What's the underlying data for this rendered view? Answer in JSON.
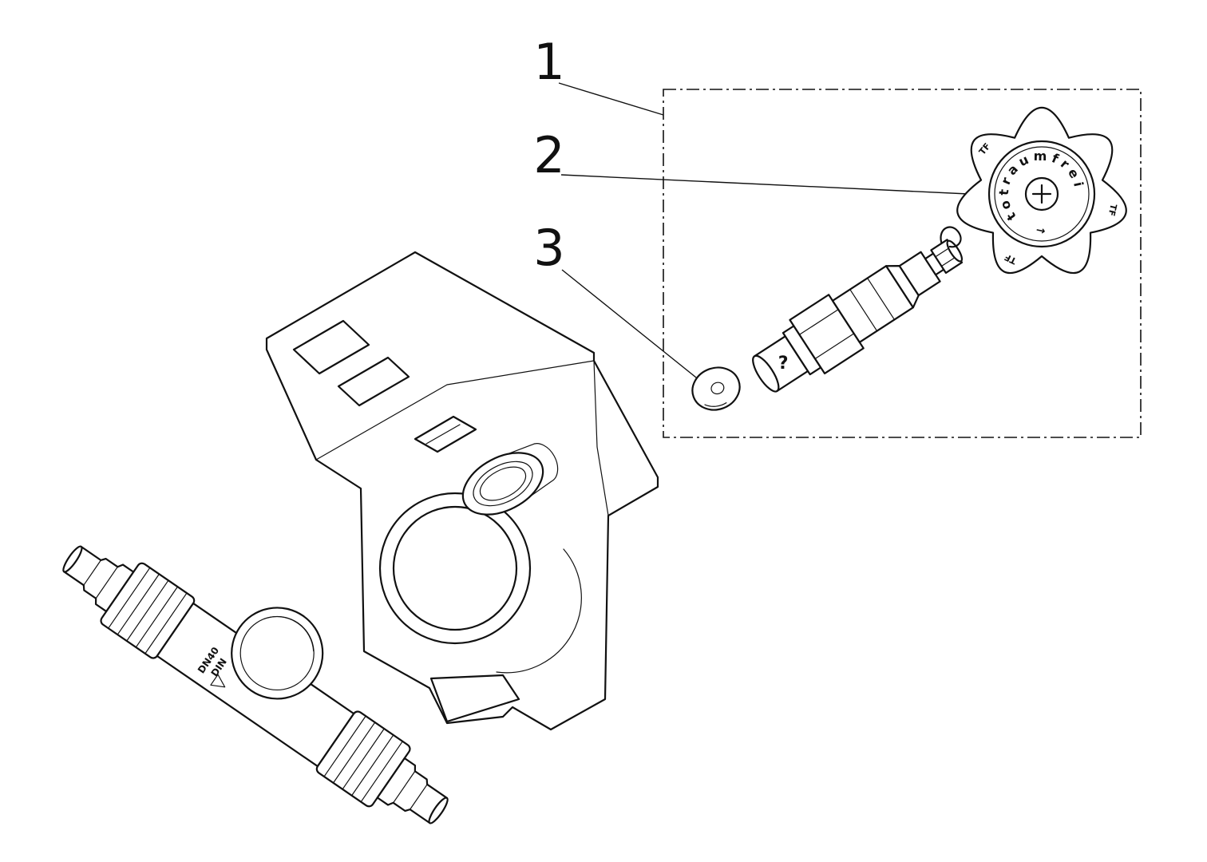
{
  "page": {
    "background": "#ffffff",
    "line_color": "#111111"
  },
  "callouts": [
    {
      "label": "1"
    },
    {
      "label": "2"
    },
    {
      "label": "3"
    }
  ],
  "handwheel": {
    "dial_text": "totraumfrei",
    "dial_arrow": "→",
    "lobe_marking": "TF",
    "center_icon": "cross-screw-icon"
  },
  "cartridge": {
    "cap_marking": "?"
  },
  "valve_body": {
    "marking_line1": "DN40",
    "marking_line2": "DIN",
    "flow_icon": "flow-arrow-icon"
  }
}
